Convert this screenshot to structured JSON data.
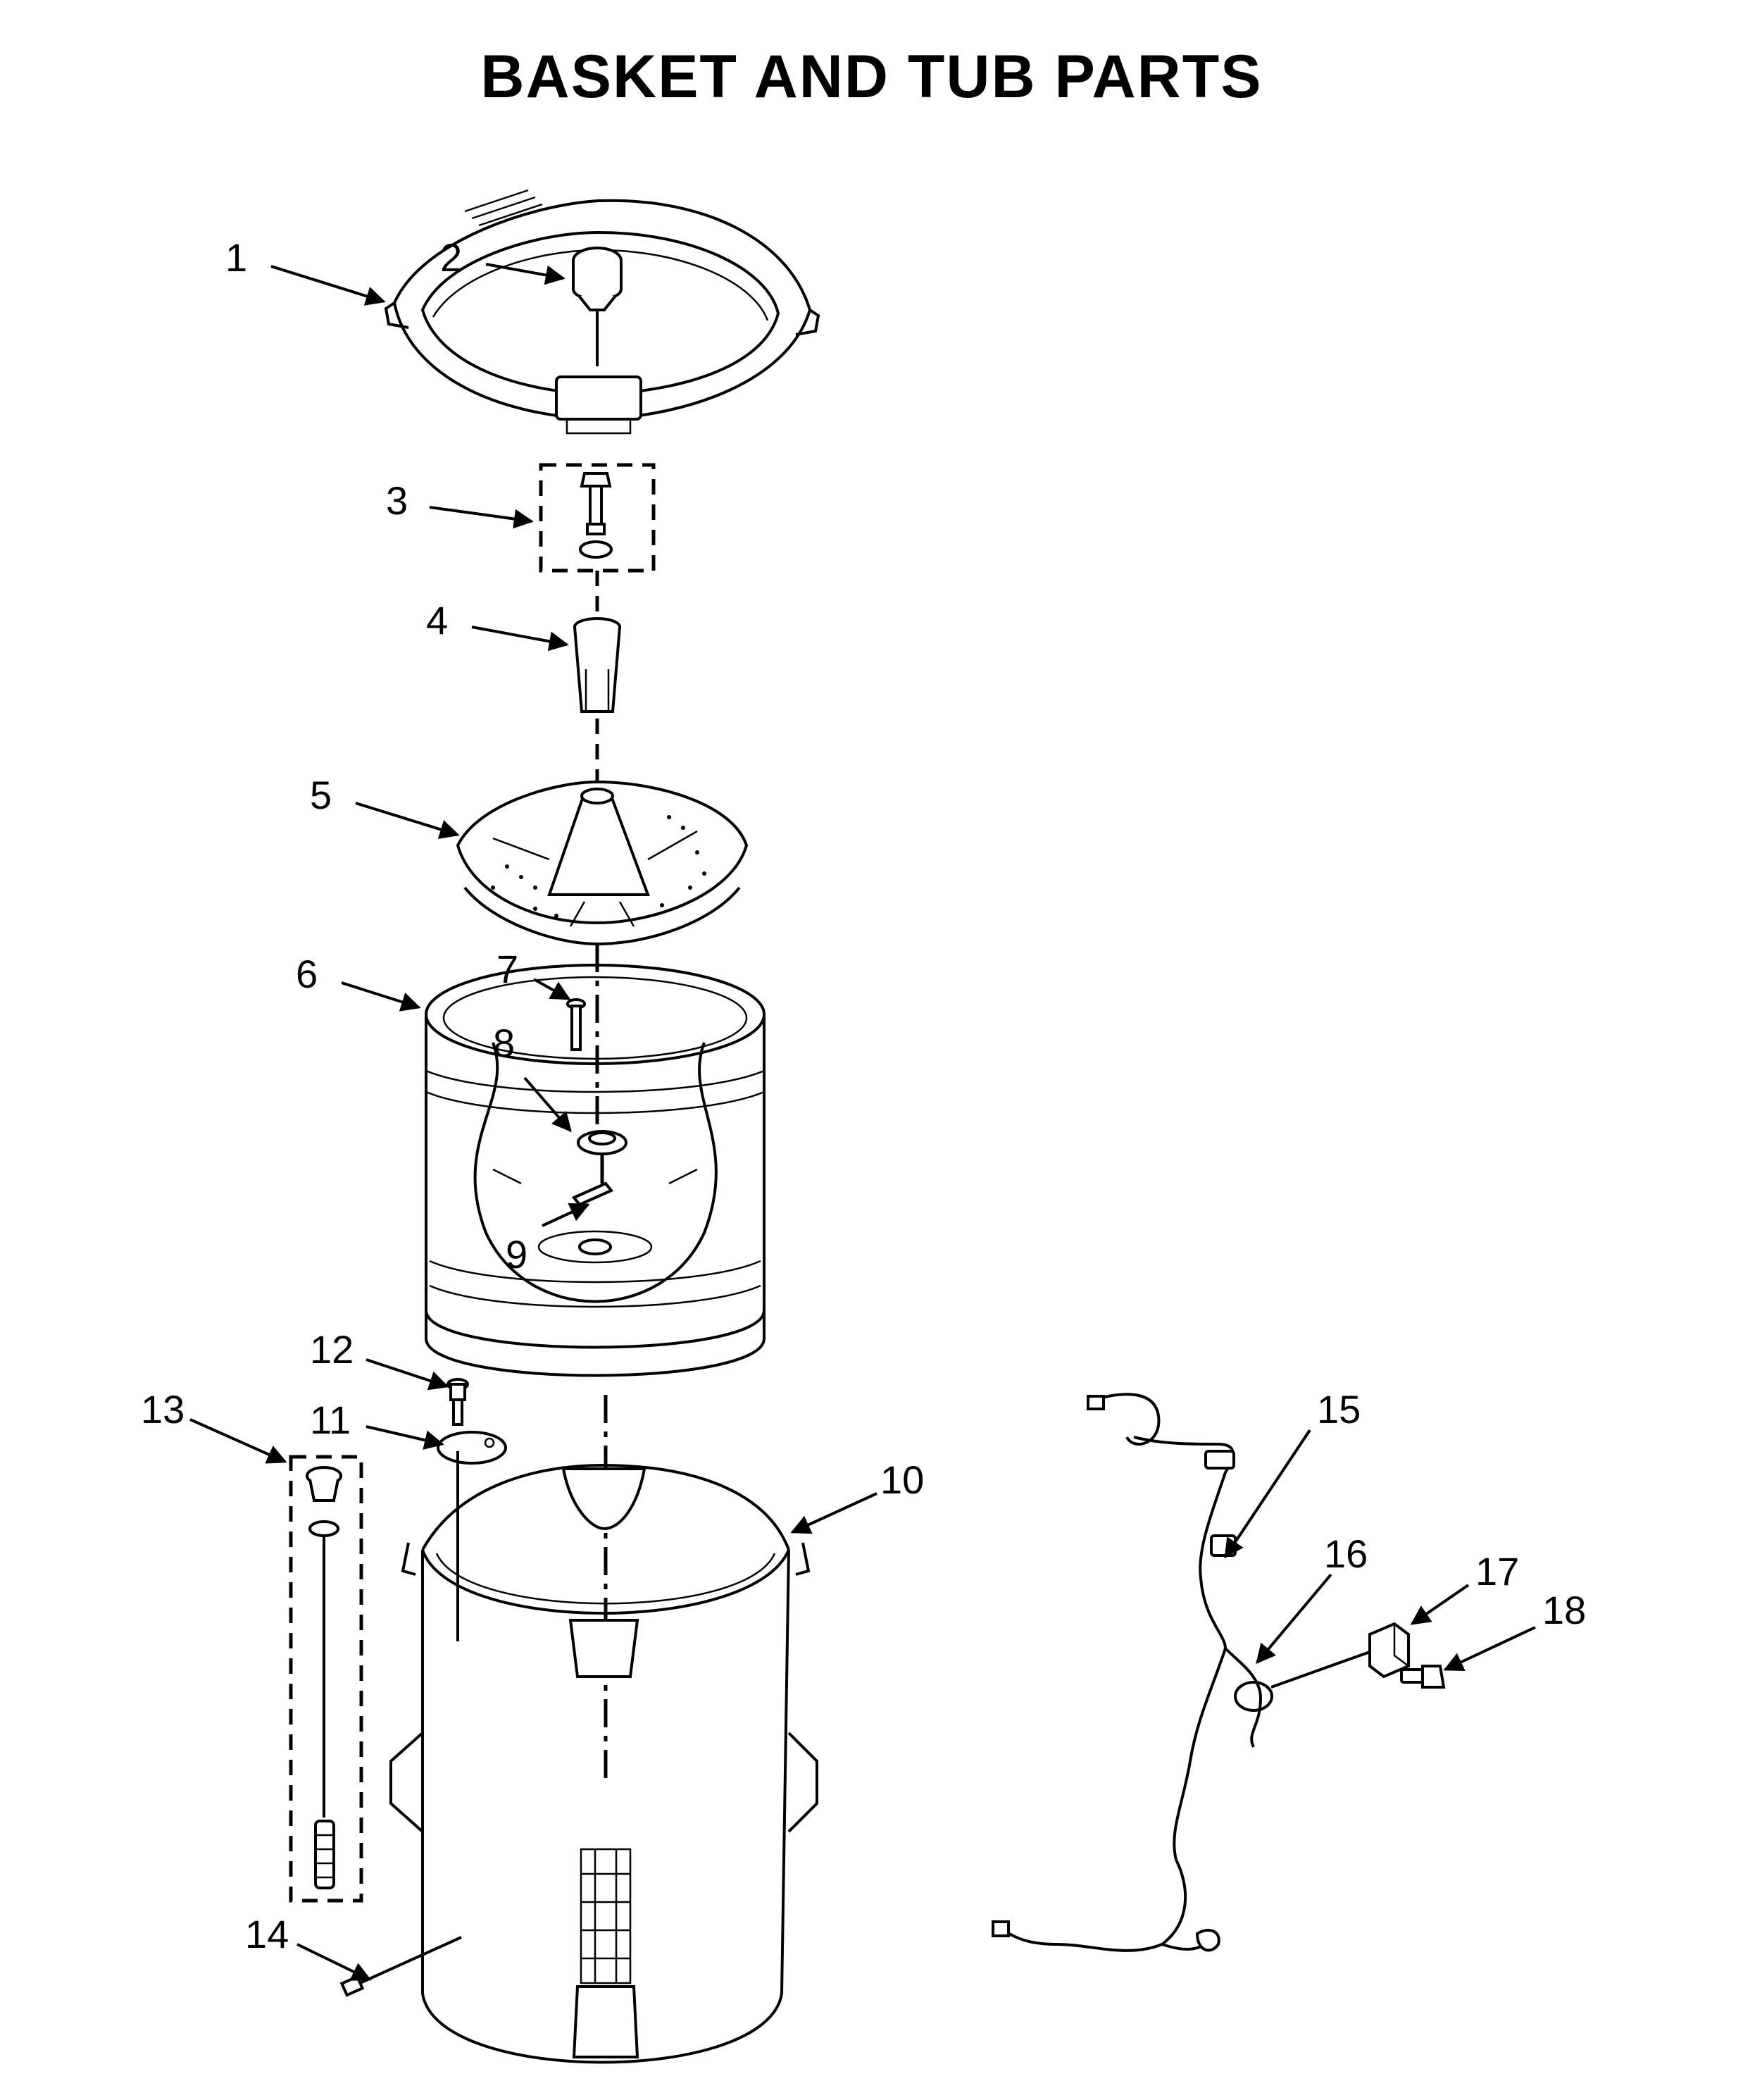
{
  "title": "BASKET AND TUB PARTS",
  "callouts": [
    {
      "id": "1",
      "label": "1"
    },
    {
      "id": "2",
      "label": "2"
    },
    {
      "id": "3",
      "label": "3"
    },
    {
      "id": "4",
      "label": "4"
    },
    {
      "id": "5",
      "label": "5"
    },
    {
      "id": "6",
      "label": "6"
    },
    {
      "id": "7",
      "label": "7"
    },
    {
      "id": "8",
      "label": "8"
    },
    {
      "id": "9",
      "label": "9"
    },
    {
      "id": "10",
      "label": "10"
    },
    {
      "id": "11",
      "label": "11"
    },
    {
      "id": "12",
      "label": "12"
    },
    {
      "id": "13",
      "label": "13"
    },
    {
      "id": "14",
      "label": "14"
    },
    {
      "id": "15",
      "label": "15"
    },
    {
      "id": "16",
      "label": "16"
    },
    {
      "id": "17",
      "label": "17"
    },
    {
      "id": "18",
      "label": "18"
    }
  ]
}
